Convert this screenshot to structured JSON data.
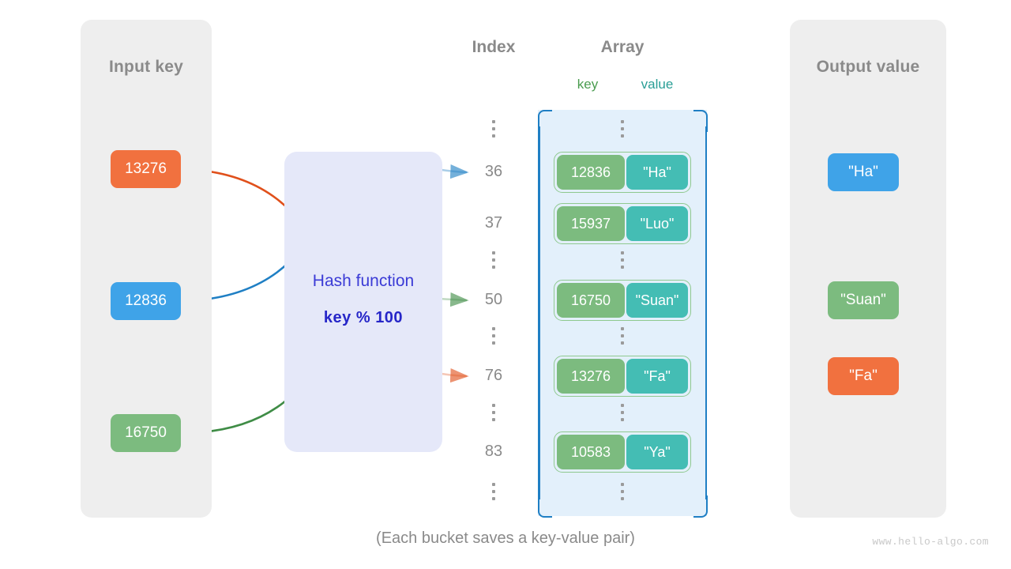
{
  "panels": {
    "input": {
      "title": "Input key"
    },
    "output": {
      "title": "Output value"
    }
  },
  "headings": {
    "index": "Index",
    "array": "Array",
    "key": "key",
    "value": "value"
  },
  "hash_function": {
    "title": "Hash function",
    "formula": "key % 100"
  },
  "input_keys": [
    {
      "label": "13276",
      "color": "#f1713f",
      "maps_to_index": 76
    },
    {
      "label": "12836",
      "color": "#3fa3e8",
      "maps_to_index": 36
    },
    {
      "label": "16750",
      "color": "#7cbb7f",
      "maps_to_index": 50
    }
  ],
  "index_column": [
    {
      "kind": "dots"
    },
    {
      "kind": "label",
      "label": "36"
    },
    {
      "kind": "label",
      "label": "37"
    },
    {
      "kind": "dots"
    },
    {
      "kind": "label",
      "label": "50"
    },
    {
      "kind": "dots"
    },
    {
      "kind": "label",
      "label": "76"
    },
    {
      "kind": "dots"
    },
    {
      "kind": "label",
      "label": "83"
    },
    {
      "kind": "dots"
    }
  ],
  "buckets": [
    {
      "key": "12836",
      "value": "\"Ha\""
    },
    {
      "key": "15937",
      "value": "\"Luo\""
    },
    {
      "key": "16750",
      "value": "\"Suan\""
    },
    {
      "key": "13276",
      "value": "\"Fa\""
    },
    {
      "key": "10583",
      "value": "\"Ya\""
    }
  ],
  "output_values": [
    {
      "label": "\"Ha\"",
      "color": "#3fa3e8"
    },
    {
      "label": "\"Suan\"",
      "color": "#7cbb7f"
    },
    {
      "label": "\"Fa\"",
      "color": "#f1713f"
    }
  ],
  "caption": "(Each bucket saves a key-value pair)",
  "watermark": "www.hello-algo.com",
  "colors": {
    "panel_bg": "#eeeeee",
    "hash_bg": "#e5e8f9",
    "array_bg": "#e3f0fb",
    "array_bracket": "#1f7fc4",
    "bucket_key": "#7cbb7f",
    "bucket_value": "#44bdb4",
    "bucket_border": "#8fc98f",
    "heading_gray": "#8a8a8a",
    "hash_text": "#3b3bd6",
    "hash_formula": "#2626c8",
    "arrow_blue": "#1f7fc4",
    "arrow_green": "#3f8c46",
    "arrow_orange": "#e0501b"
  }
}
